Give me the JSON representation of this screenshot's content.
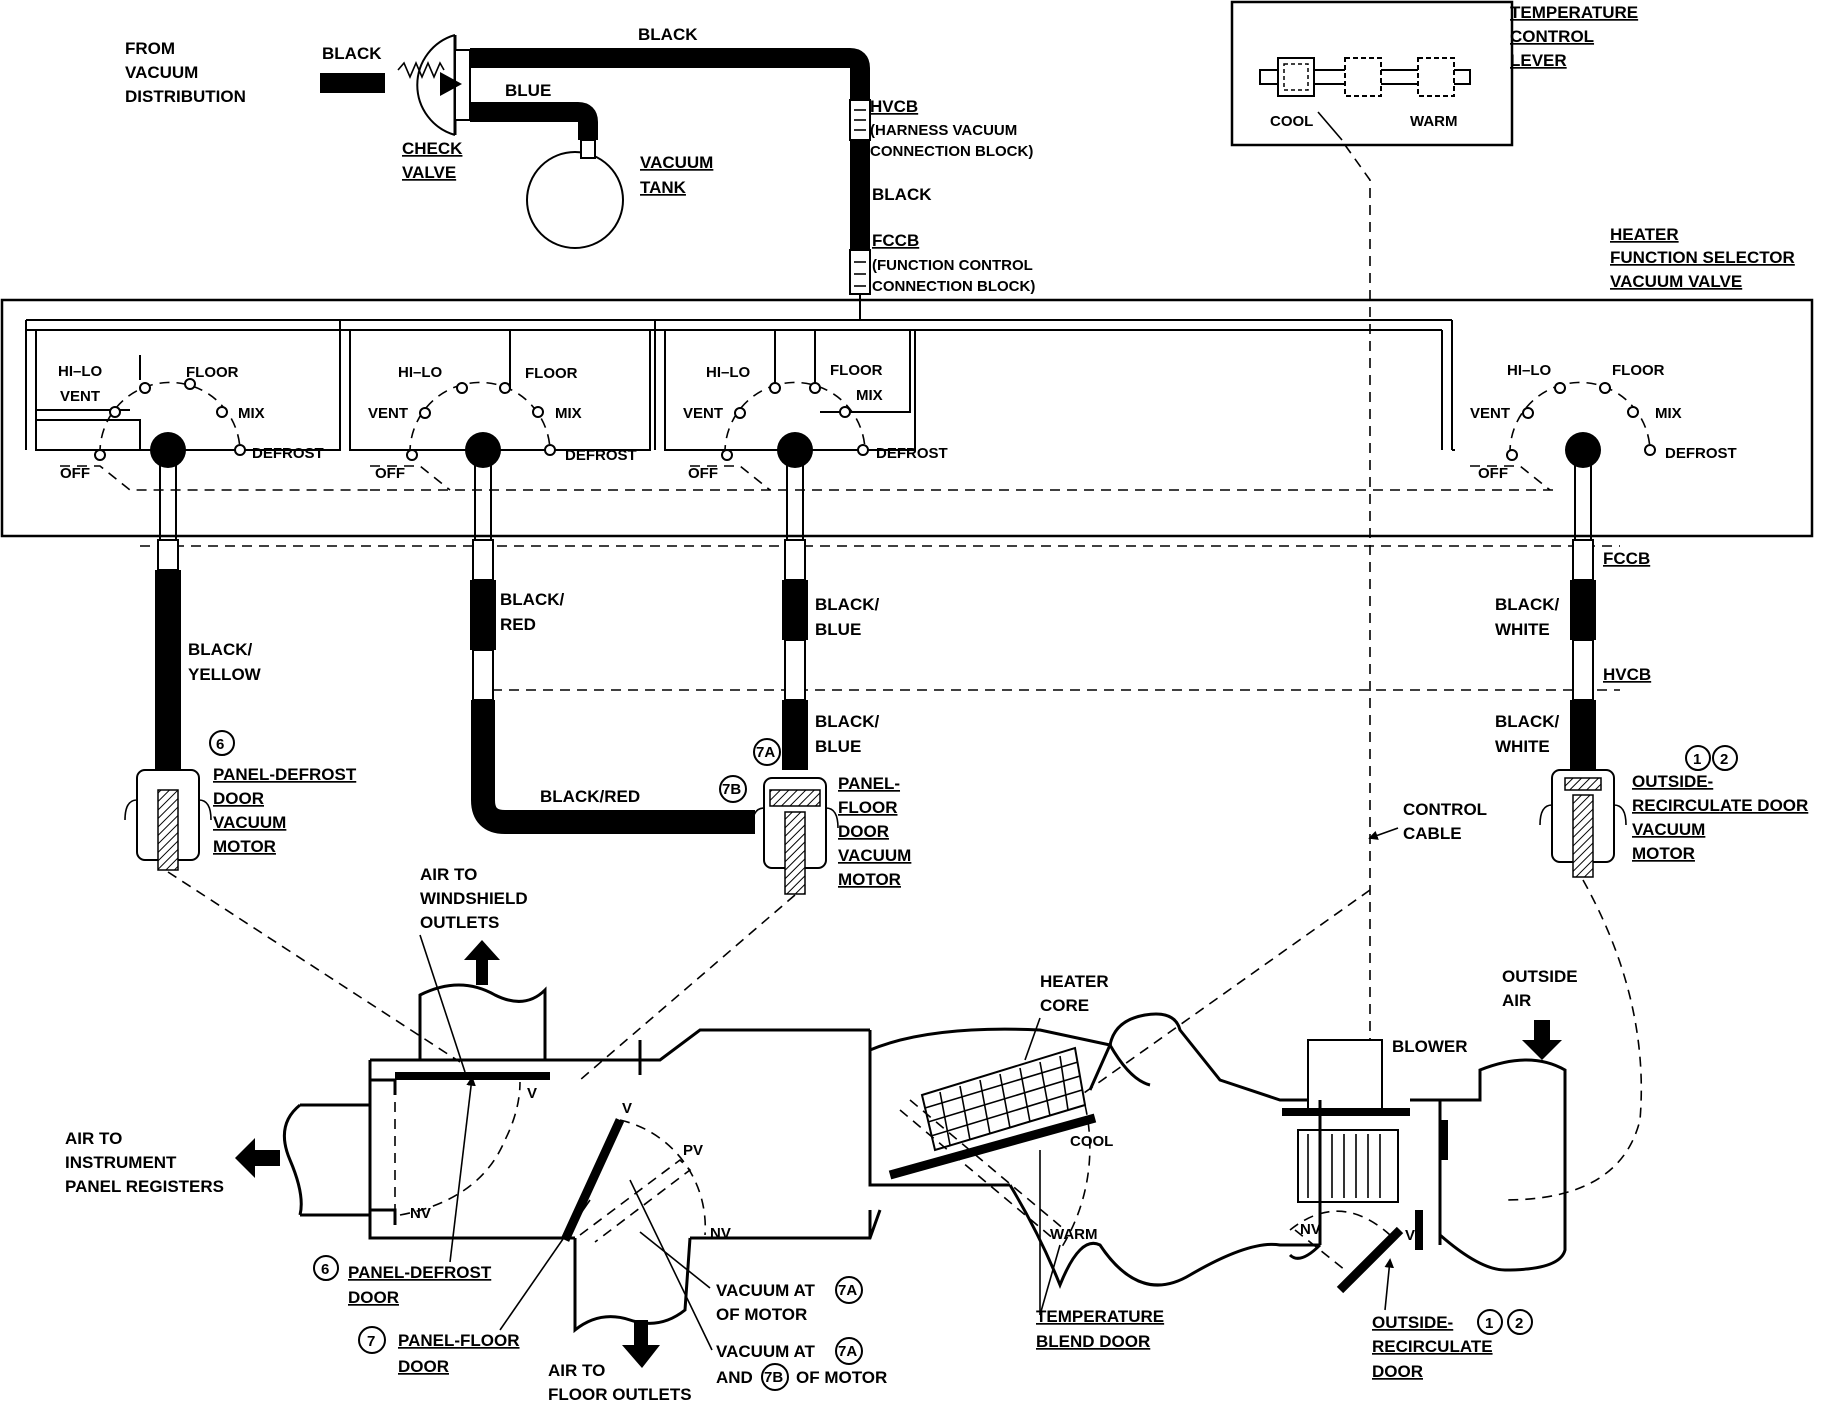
{
  "colors": {
    "ink": "#000000",
    "paper": "#ffffff"
  },
  "supply": {
    "from_line1": "FROM",
    "from_line2": "VACUUM",
    "from_line3": "DISTRIBUTION",
    "black_in": "BLACK",
    "black_top": "BLACK",
    "blue": "BLUE",
    "check_valve_1": "CHECK",
    "check_valve_2": "VALVE",
    "vacuum_tank_1": "VACUUM",
    "vacuum_tank_2": "TANK",
    "hvcb": "HVCB",
    "hvcb_desc_1": "(HARNESS VACUUM",
    "hvcb_desc_2": "CONNECTION BLOCK)",
    "black_mid": "BLACK",
    "fccb": "FCCB",
    "fccb_desc_1": "(FUNCTION CONTROL",
    "fccb_desc_2": "CONNECTION BLOCK)"
  },
  "temp_control": {
    "title_1": "TEMPERATURE",
    "title_2": "CONTROL",
    "title_3": "LEVER",
    "cool": "COOL",
    "warm": "WARM"
  },
  "selector": {
    "title_1": "HEATER",
    "title_2": "FUNCTION SELECTOR",
    "title_3": "VACUUM VALVE",
    "positions": {
      "hilo": "HI–LO",
      "floor": "FLOOR",
      "vent": "VENT",
      "mix": "MIX",
      "defrost": "DEFROST",
      "off": "OFF"
    }
  },
  "hoses": {
    "black_yellow_1": "BLACK/",
    "black_yellow_2": "YELLOW",
    "black_red_1": "BLACK/",
    "black_red_2": "RED",
    "black_red_long": "BLACK/RED",
    "black_blue_1": "BLACK/",
    "black_blue_2": "BLUE",
    "black_blue_3": "BLACK/",
    "black_blue_4": "BLUE",
    "fccb": "FCCB",
    "black_white_1": "BLACK/",
    "black_white_2": "WHITE",
    "hvcb": "HVCB",
    "black_white_3": "BLACK/",
    "black_white_4": "WHITE"
  },
  "motors": {
    "panel_defrost": {
      "num": "6",
      "l1": "PANEL-DEFROST",
      "l2": "DOOR",
      "l3": "VACUUM",
      "l4": "MOTOR"
    },
    "panel_floor": {
      "num_a": "7A",
      "num_b": "7B",
      "l1": "PANEL-",
      "l2": "FLOOR",
      "l3": "DOOR",
      "l4": "VACUUM",
      "l5": "MOTOR"
    },
    "outside_recirc": {
      "num_1": "1",
      "num_2": "2",
      "l1": "OUTSIDE-",
      "l2": "RECIRCULATE DOOR",
      "l3": "VACUUM",
      "l4": "MOTOR"
    }
  },
  "control_cable_1": "CONTROL",
  "control_cable_2": "CABLE",
  "ducts": {
    "windshield_1": "AIR TO",
    "windshield_2": "WINDSHIELD",
    "windshield_3": "OUTLETS",
    "instrument_1": "AIR TO",
    "instrument_2": "INSTRUMENT",
    "instrument_3": "PANEL REGISTERS",
    "floor_1": "AIR TO",
    "floor_2": "FLOOR OUTLETS",
    "heater_core_1": "HEATER",
    "heater_core_2": "CORE",
    "outside_air_1": "OUTSIDE",
    "outside_air_2": "AIR",
    "blower": "BLOWER",
    "v": "V",
    "nv": "NV",
    "pv": "PV",
    "cool": "COOL",
    "warm": "WARM"
  },
  "doors": {
    "panel_defrost_num": "6",
    "panel_defrost_1": "PANEL-DEFROST",
    "panel_defrost_2": "DOOR",
    "panel_floor_num": "7",
    "panel_floor_1": "PANEL-FLOOR",
    "panel_floor_2": "DOOR",
    "vac7a_1": "VACUUM AT",
    "vac7a_num": "7A",
    "vac7a_2": "OF MOTOR",
    "vac7ab_1": "VACUUM AT",
    "vac7ab_num_a": "7A",
    "vac7ab_and": "AND",
    "vac7ab_num_b": "7B",
    "vac7ab_2": "OF MOTOR",
    "temp_blend_1": "TEMPERATURE",
    "temp_blend_2": "BLEND DOOR",
    "outside_recirc_1": "OUTSIDE-",
    "outside_recirc_2": "RECIRCULATE",
    "outside_recirc_3": "DOOR",
    "outside_recirc_num_1": "1",
    "outside_recirc_num_2": "2"
  }
}
